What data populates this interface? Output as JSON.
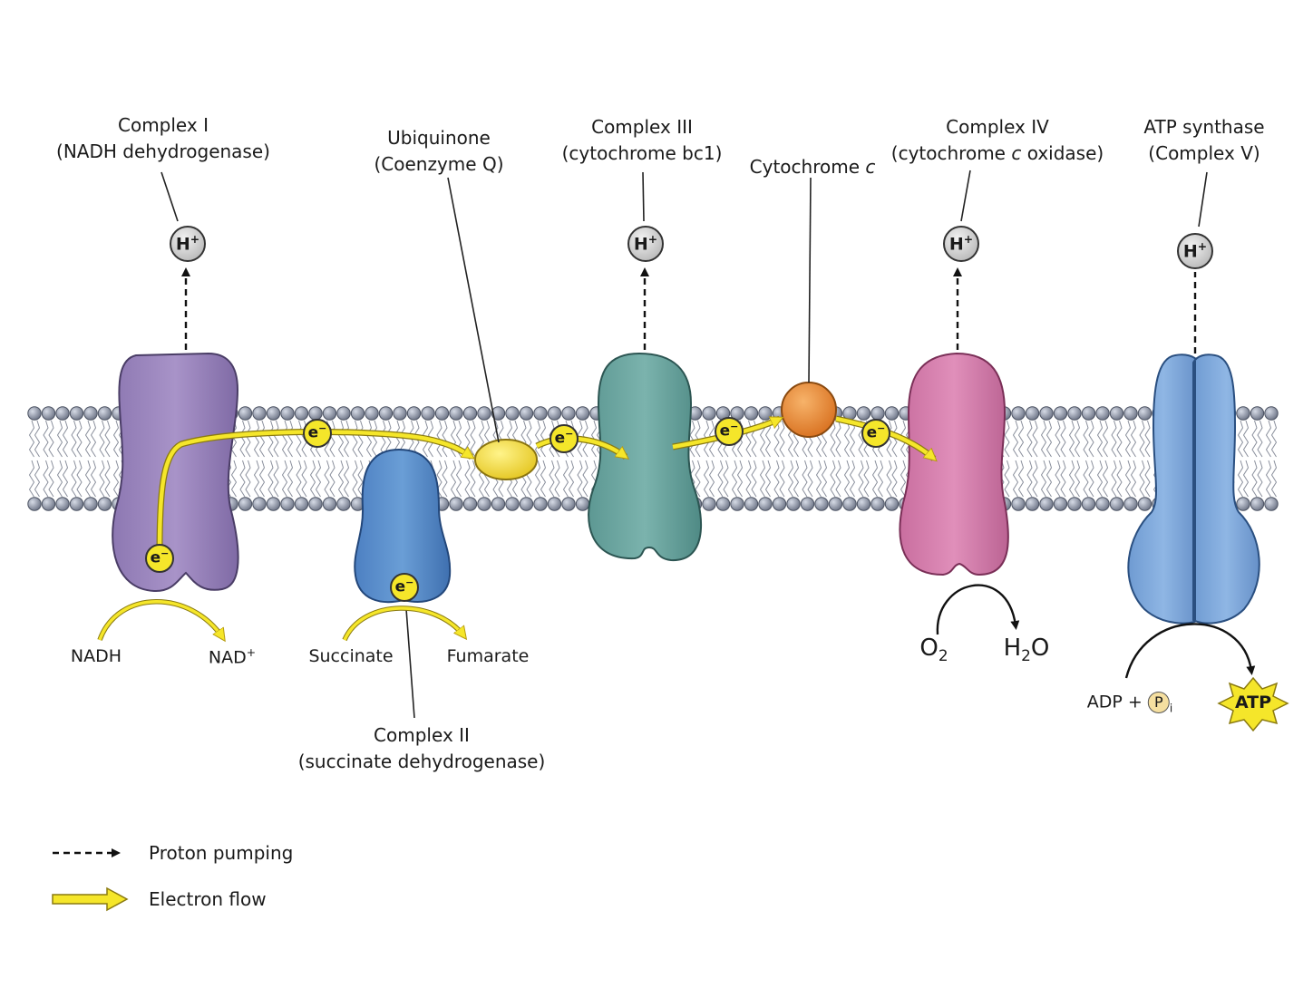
{
  "complexes": {
    "c1": {
      "name": "Complex I",
      "sub": "(NADH dehydrogenase)"
    },
    "uq": {
      "name": "Ubiquinone",
      "sub": "(Coenzyme Q)"
    },
    "c3": {
      "name": "Complex III",
      "sub": "(cytochrome bc1)"
    },
    "cytc": {
      "name": "Cytochrome",
      "italic": "c"
    },
    "c4": {
      "name": "Complex IV",
      "sub_pre": "(cytochrome ",
      "sub_italic": "c",
      "sub_post": " oxidase)"
    },
    "atp": {
      "name": "ATP synthase",
      "sub": "(Complex V)"
    },
    "c2": {
      "name": "Complex II",
      "sub": "(succinate dehydrogenase)"
    }
  },
  "substrates": {
    "nadh": "NADH",
    "nad": "NAD",
    "nad_sup": "+",
    "succinate": "Succinate",
    "fumarate": "Fumarate",
    "o2": "O",
    "o2_sub": "2",
    "h2o_h": "H",
    "h2o_sub": "2",
    "h2o_o": "O",
    "adp": "ADP +",
    "pi": "P",
    "pi_sub": "i",
    "atp": "ATP"
  },
  "particles": {
    "proton": "H",
    "proton_sup": "+",
    "electron": "e",
    "electron_sup": "−"
  },
  "legend": {
    "proton_pumping": "Proton pumping",
    "electron_flow": "Electron flow"
  },
  "colors": {
    "complex1": "#9b86bd",
    "complex2": "#5b8fcc",
    "complex3": "#6aa5a0",
    "complex4": "#d77fae",
    "atp_synthase": "#7ea9dc",
    "ubiquinone": "#f0d842",
    "cytochrome_c": "#e88a3a",
    "electron": "#f5e62a",
    "arrow": "#e8d21f"
  }
}
